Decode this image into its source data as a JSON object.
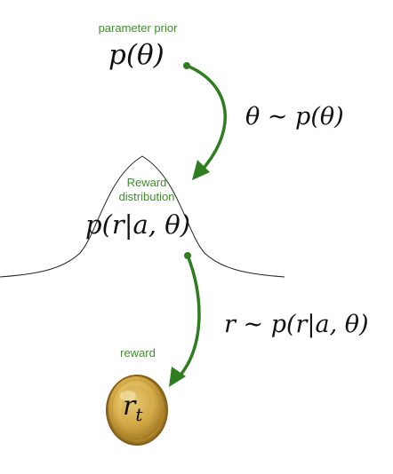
{
  "prior": {
    "caption": "parameter prior",
    "formula": "p(θ)"
  },
  "sample_theta": {
    "formula": "θ ∼ p(θ)"
  },
  "reward_distribution": {
    "caption_line1": "Reward",
    "caption_line2": "distribution",
    "formula": "p(r|a, θ)"
  },
  "sample_reward": {
    "formula": "r ∼ p(r|a, θ)"
  },
  "reward": {
    "caption": "reward",
    "symbol": "r",
    "subscript": "t"
  },
  "colors": {
    "arrow": "#2e7d1e",
    "caption": "#3f8f2a",
    "curve": "#222222",
    "coin": "#d8b04a"
  },
  "icons": {
    "reward_token": "gold-coin-icon"
  }
}
